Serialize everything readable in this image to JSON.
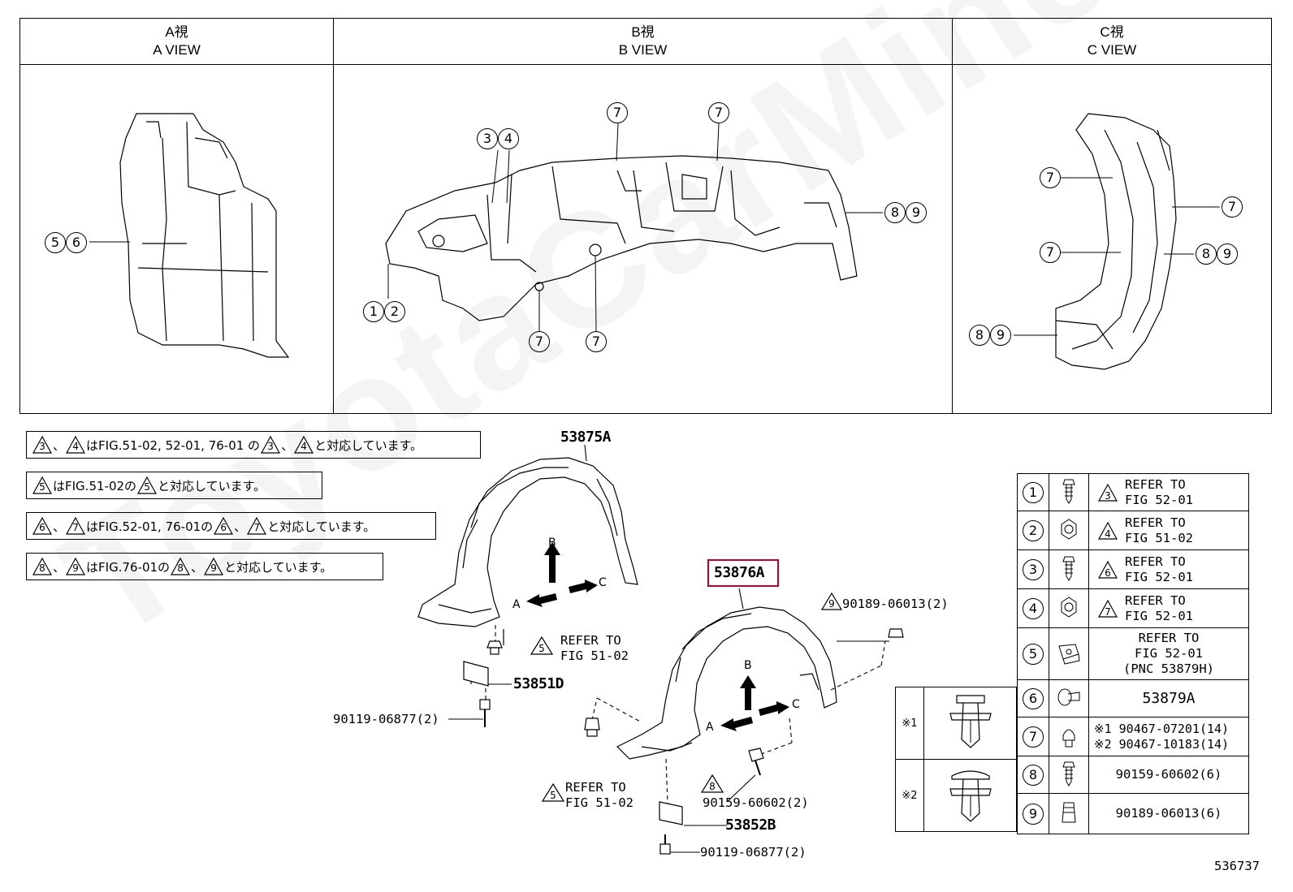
{
  "views": [
    {
      "jp": "A視",
      "en": "A VIEW"
    },
    {
      "jp": "B視",
      "en": "B VIEW"
    },
    {
      "jp": "C視",
      "en": "C VIEW"
    }
  ],
  "callouts": {
    "a56": [
      "5",
      "6"
    ],
    "b34": [
      "3",
      "4"
    ],
    "b7a": "7",
    "b7b": "7",
    "b89": [
      "8",
      "9"
    ],
    "b12": [
      "1",
      "2"
    ],
    "b7c": "7",
    "b7d": "7",
    "c7a": "7",
    "c7b": "7",
    "c7c": "7",
    "c89a": [
      "8",
      "9"
    ],
    "c89b": [
      "8",
      "9"
    ]
  },
  "notes": [
    {
      "marks": [
        "3",
        "4"
      ],
      "parts": [
        "、",
        "はFIG.51-02, 52-01, 76-01 の",
        "、",
        "と対応しています。"
      ]
    },
    {
      "marks": [
        "5",
        "5"
      ],
      "parts": [
        "はFIG.51-02の",
        "と対応しています。"
      ]
    },
    {
      "marks": [
        "6",
        "7",
        "6",
        "7"
      ],
      "parts": [
        "、",
        "はFIG.52-01, 76-01の",
        "、",
        "と対応しています。"
      ]
    },
    {
      "marks": [
        "8",
        "9",
        "8",
        "9"
      ],
      "parts": [
        "、",
        "はFIG.76-01の",
        "、",
        "と対応しています。"
      ]
    }
  ],
  "parts": {
    "p53875A": "53875A",
    "p53876A": "53876A",
    "p53851D": "53851D",
    "p53852B": "53852B",
    "p90119a": "90119-06877(2)",
    "p90119b": "90119-06877(2)",
    "p90189": "90189-06013(2)",
    "p90159": "90159-60602(2)",
    "refer_to": "REFER TO",
    "fig5102": "FIG 51-02",
    "mark5": "5",
    "mark8": "8",
    "mark9": "9"
  },
  "arrows": {
    "a": "A",
    "b": "B",
    "c": "C"
  },
  "legend": [
    {
      "num": "1",
      "mark": "3",
      "l1": "REFER TO",
      "l2": "FIG 52-01"
    },
    {
      "num": "2",
      "mark": "4",
      "l1": "REFER TO",
      "l2": "FIG 51-02"
    },
    {
      "num": "3",
      "mark": "6",
      "l1": "REFER TO",
      "l2": "FIG 52-01"
    },
    {
      "num": "4",
      "mark": "7",
      "l1": "REFER TO",
      "l2": "FIG 52-01"
    },
    {
      "num": "5",
      "l1": "REFER TO",
      "l2": "FIG 52-01",
      "l3": "(PNC 53879H)"
    },
    {
      "num": "6",
      "l1": "53879A"
    },
    {
      "num": "7",
      "l1": "※1 90467-07201(14)",
      "l2": "※2 90467-10183(14)"
    },
    {
      "num": "8",
      "l1": "90159-60602(6)"
    },
    {
      "num": "9",
      "l1": "90189-06013(6)"
    }
  ],
  "clips": [
    "※1",
    "※2"
  ],
  "watermark": "ToyotaCarMine.ru",
  "figure_id": "536737"
}
